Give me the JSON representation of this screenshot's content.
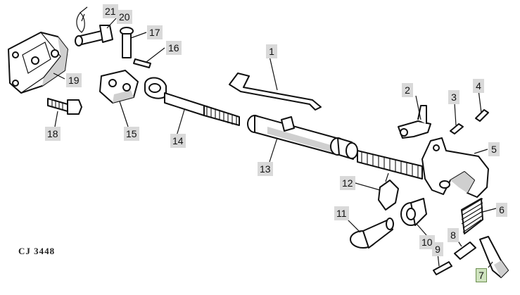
{
  "figure": {
    "code": "CJ 3448",
    "highlight_color": "#cfe3bf",
    "callout_color": "#d9d9d9"
  },
  "callouts": [
    {
      "id": "1",
      "label": "1"
    },
    {
      "id": "2",
      "label": "2"
    },
    {
      "id": "3",
      "label": "3"
    },
    {
      "id": "4",
      "label": "4"
    },
    {
      "id": "5",
      "label": "5"
    },
    {
      "id": "6",
      "label": "6"
    },
    {
      "id": "7",
      "label": "7",
      "highlighted": true
    },
    {
      "id": "8",
      "label": "8"
    },
    {
      "id": "9",
      "label": "9"
    },
    {
      "id": "10",
      "label": "10"
    },
    {
      "id": "11",
      "label": "11"
    },
    {
      "id": "12",
      "label": "12"
    },
    {
      "id": "13",
      "label": "13"
    },
    {
      "id": "14",
      "label": "14"
    },
    {
      "id": "15",
      "label": "15"
    },
    {
      "id": "16",
      "label": "16"
    },
    {
      "id": "17",
      "label": "17"
    },
    {
      "id": "18",
      "label": "18"
    },
    {
      "id": "19",
      "label": "19"
    },
    {
      "id": "20",
      "label": "20"
    },
    {
      "id": "21",
      "label": "21"
    }
  ]
}
